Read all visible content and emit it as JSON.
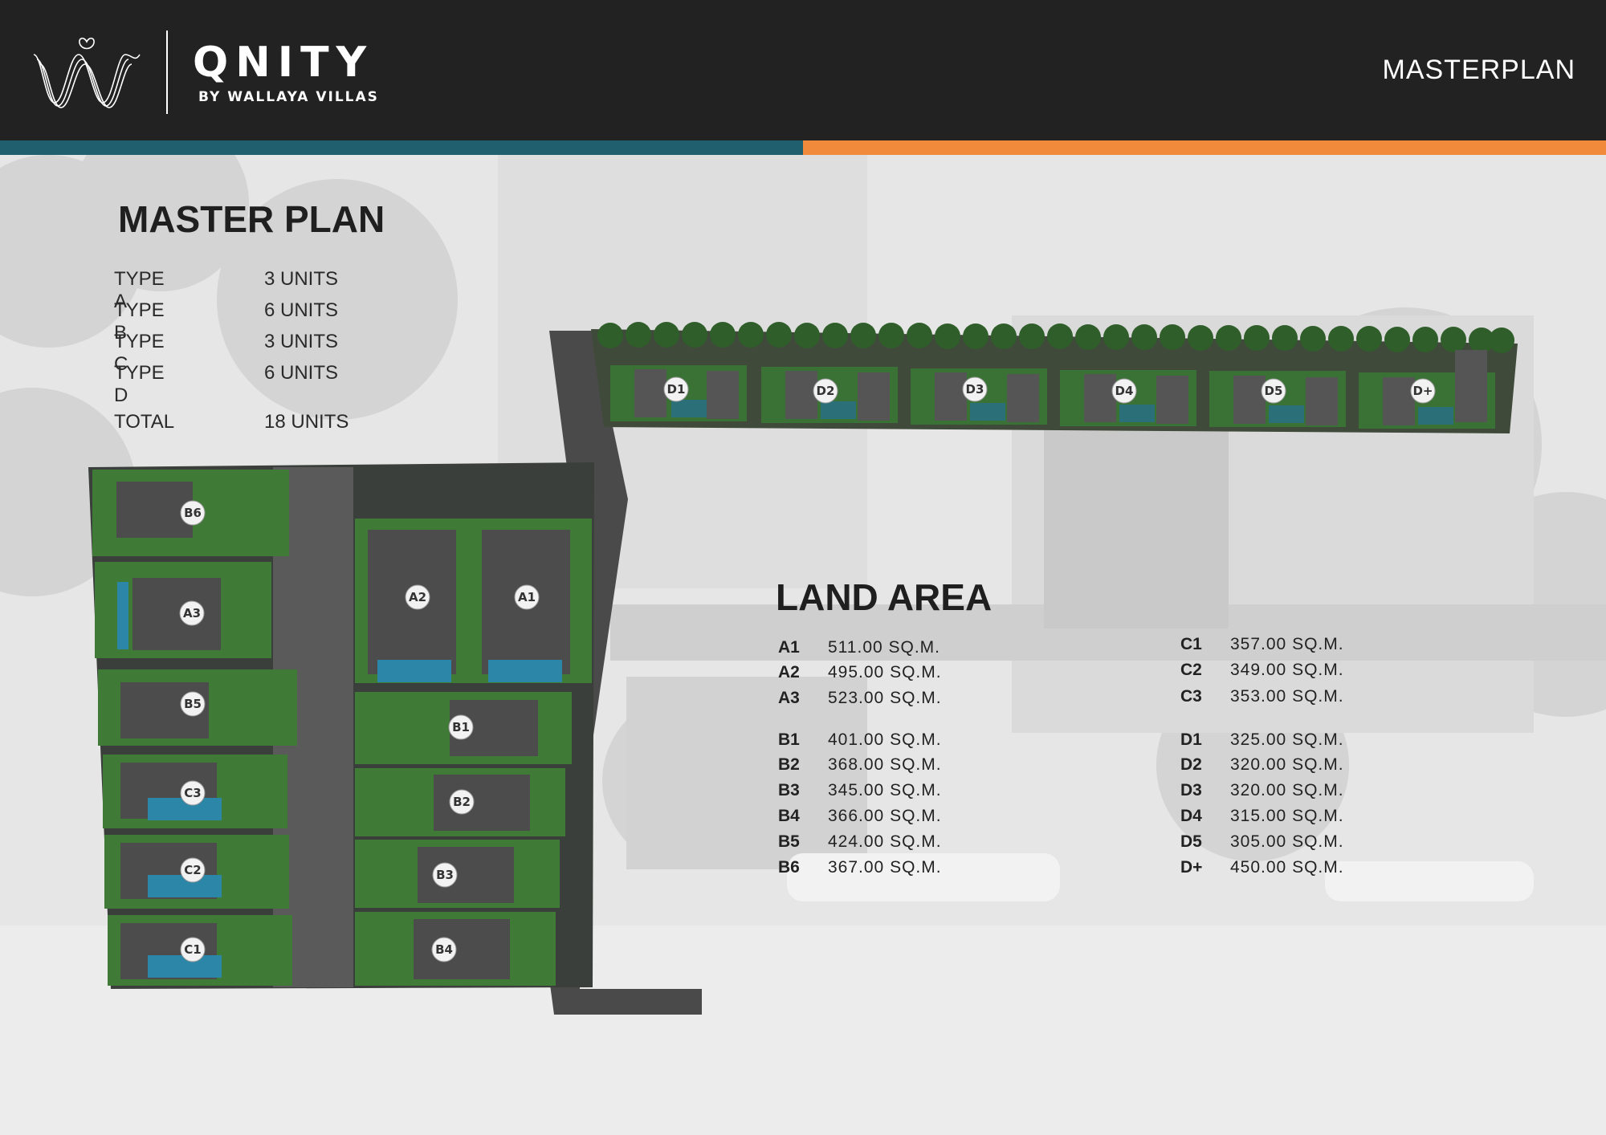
{
  "header": {
    "brand_name": "QNITY",
    "brand_sub": "BY WALLAYA VILLAS",
    "page_title": "MASTERPLAN",
    "colors": {
      "bar": "#222222",
      "teal": "#1f5f6e",
      "orange": "#f28a3c"
    }
  },
  "master_plan": {
    "title": "MASTER PLAN",
    "types": [
      {
        "label": "TYPE A",
        "value": "3 UNITS"
      },
      {
        "label": "TYPE B",
        "value": "6 UNITS"
      },
      {
        "label": "TYPE C",
        "value": "3 UNITS"
      },
      {
        "label": "TYPE D",
        "value": "6 UNITS"
      }
    ],
    "total": {
      "label": "TOTAL",
      "value": "18 UNITS"
    }
  },
  "land_area": {
    "title": "LAND AREA",
    "left": [
      {
        "id": "A1",
        "area": "511.00 SQ.M."
      },
      {
        "id": "A2",
        "area": "495.00 SQ.M."
      },
      {
        "id": "A3",
        "area": "523.00 SQ.M."
      },
      {
        "id": "B1",
        "area": "401.00 SQ.M."
      },
      {
        "id": "B2",
        "area": "368.00 SQ.M."
      },
      {
        "id": "B3",
        "area": "345.00 SQ.M."
      },
      {
        "id": "B4",
        "area": "366.00 SQ.M."
      },
      {
        "id": "B5",
        "area": "424.00 SQ.M."
      },
      {
        "id": "B6",
        "area": "367.00 SQ.M."
      }
    ],
    "right": [
      {
        "id": "C1",
        "area": "357.00 SQ.M."
      },
      {
        "id": "C2",
        "area": "349.00 SQ.M."
      },
      {
        "id": "C3",
        "area": "353.00 SQ.M."
      },
      {
        "id": "D1",
        "area": "325.00 SQ.M."
      },
      {
        "id": "D2",
        "area": "320.00 SQ.M."
      },
      {
        "id": "D3",
        "area": "320.00 SQ.M."
      },
      {
        "id": "D4",
        "area": "315.00 SQ.M."
      },
      {
        "id": "D5",
        "area": "305.00 SQ.M."
      },
      {
        "id": "D+",
        "area": "450.00 SQ.M."
      }
    ]
  },
  "map_labels": {
    "d_row": [
      "D1",
      "D2",
      "D3",
      "D4",
      "D5",
      "D+"
    ],
    "west": [
      "B6",
      "A3",
      "B5",
      "C3",
      "C2",
      "C1"
    ],
    "center": [
      "A2",
      "A1",
      "B1",
      "B2",
      "B3",
      "B4"
    ]
  }
}
